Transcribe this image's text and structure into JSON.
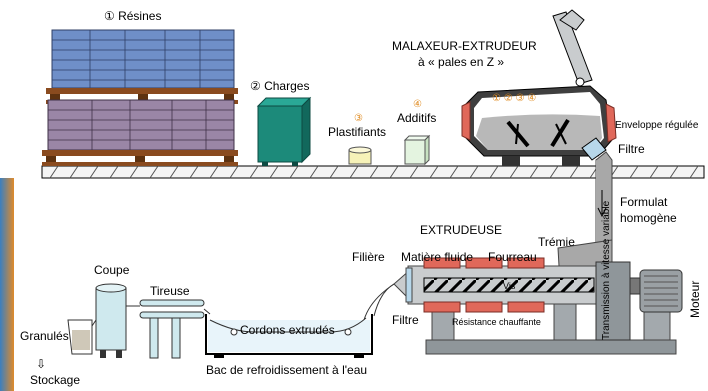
{
  "labels": {
    "resines": "① Résines",
    "charges": "② Charges",
    "plastifiants_num": "③",
    "plastifiants": "Plastifiants",
    "additifs_num": "④",
    "additifs": "Additifs",
    "malaxeur_title": "MALAXEUR-EXTRUDEUR",
    "malaxeur_sub": "à « pales en Z »",
    "malaxeur_nums": "①  ②  ③  ④",
    "enveloppe": "Enveloppe régulée",
    "filtre_top": "Filtre",
    "formulat": "Formulat",
    "homogene": "homogène",
    "extrudeuse": "EXTRUDEUSE",
    "tremie": "Trémie",
    "filiere": "Filière",
    "matiere_fluide": "Matière fluide",
    "fourreau": "Fourreau",
    "vis": "Vis",
    "resistance": "Résistance chauffante",
    "filtre_bottom": "Filtre",
    "transmission": "Transmission à vitesse variable",
    "moteur": "Moteur",
    "coupe": "Coupe",
    "tireuse": "Tireuse",
    "cordons": "Cordons extrudés",
    "granules": "Granulés",
    "stockage_arrow": "⇩",
    "stockage": "Stockage",
    "bac": "Bac de refroidissement à l'eau"
  },
  "colors": {
    "resin_blue": "#6f8fc8",
    "resin_purple": "#9a86a6",
    "pallet_brown": "#8a4b1f",
    "charges_green": "#1c8a7a",
    "heater_red": "#e0685a",
    "barrel_gray": "#8f969a",
    "number_orange": "#e08a1e"
  }
}
